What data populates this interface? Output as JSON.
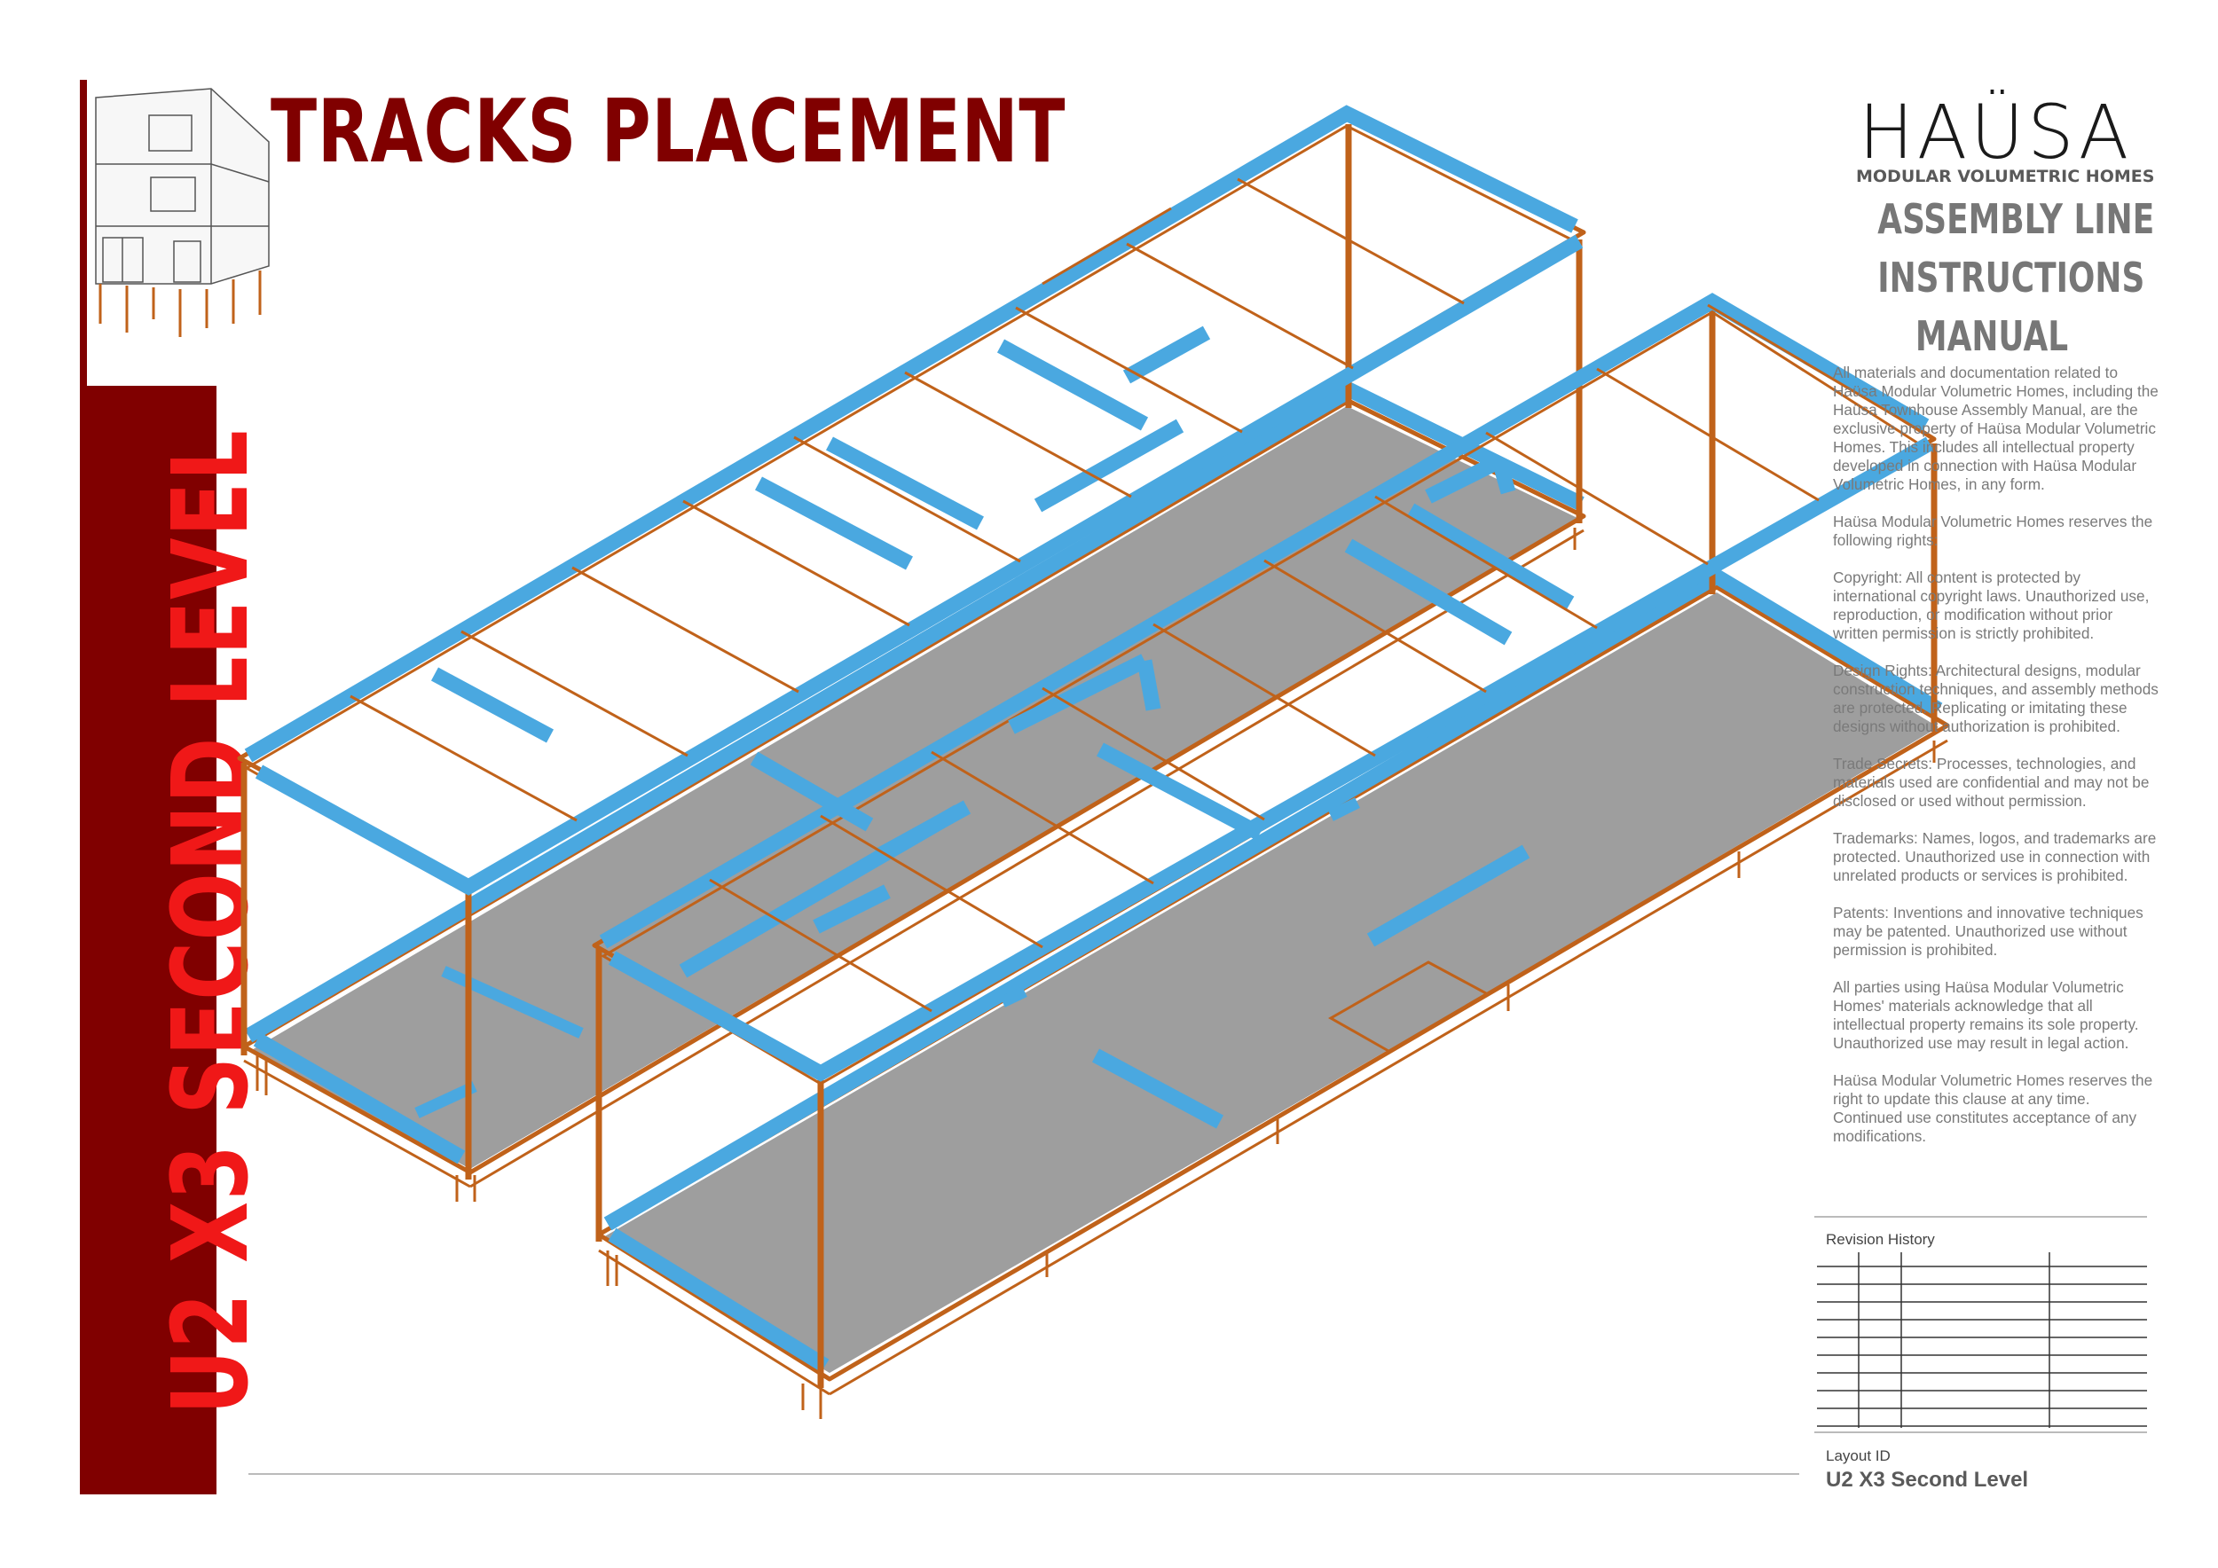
{
  "page": {
    "title": "TRACKS PLACEMENT",
    "side_title": "U2 X3 SECOND LEVEL"
  },
  "brand": {
    "logo": "HAÜSA",
    "tagline": "MODULAR VOLUMETRIC HOMES",
    "manual_lines": [
      "ASSEMBLY LINE",
      "INSTRUCTIONS",
      "MANUAL"
    ]
  },
  "legal": {
    "paragraphs": [
      "All materials and documentation related to Haüsa Modular Volumetric Homes, including the Haüsa Townhouse Assembly Manual, are the exclusive property of Haüsa Modular Volumetric Homes. This includes all intellectual property developed in connection with Haüsa Modular Volumetric Homes, in any form.",
      "Haüsa Modular Volumetric Homes reserves the following rights:",
      "Copyright: All content is protected by international copyright laws. Unauthorized use, reproduction, or modification without prior written permission is strictly prohibited.",
      "Design Rights: Architectural designs, modular construction techniques, and assembly methods are protected. Replicating or imitating these designs without authorization is prohibited.",
      "Trade Secrets: Processes, technologies, and materials used are confidential and may not be disclosed or used without permission.",
      "Trademarks: Names, logos, and trademarks are protected. Unauthorized use in connection with unrelated products or services is prohibited.",
      "Patents: Inventions and innovative techniques may be patented. Unauthorized use without permission is prohibited.",
      "All parties using Haüsa Modular Volumetric Homes' materials acknowledge that all intellectual property remains its sole property. Unauthorized use may result in legal action.",
      "Haüsa Modular Volumetric Homes reserves the right to update this clause at any time. Continued use constitutes acceptance of any modifications."
    ]
  },
  "revision": {
    "label": "Revision History"
  },
  "layout": {
    "label": "Layout ID",
    "value": "U2 X3 Second Level"
  },
  "colors": {
    "maroon": "#800000",
    "red_text": "#f01818",
    "frame": "#c0621a",
    "track": "#4aa8e0",
    "floor": "#9e9e9e"
  }
}
